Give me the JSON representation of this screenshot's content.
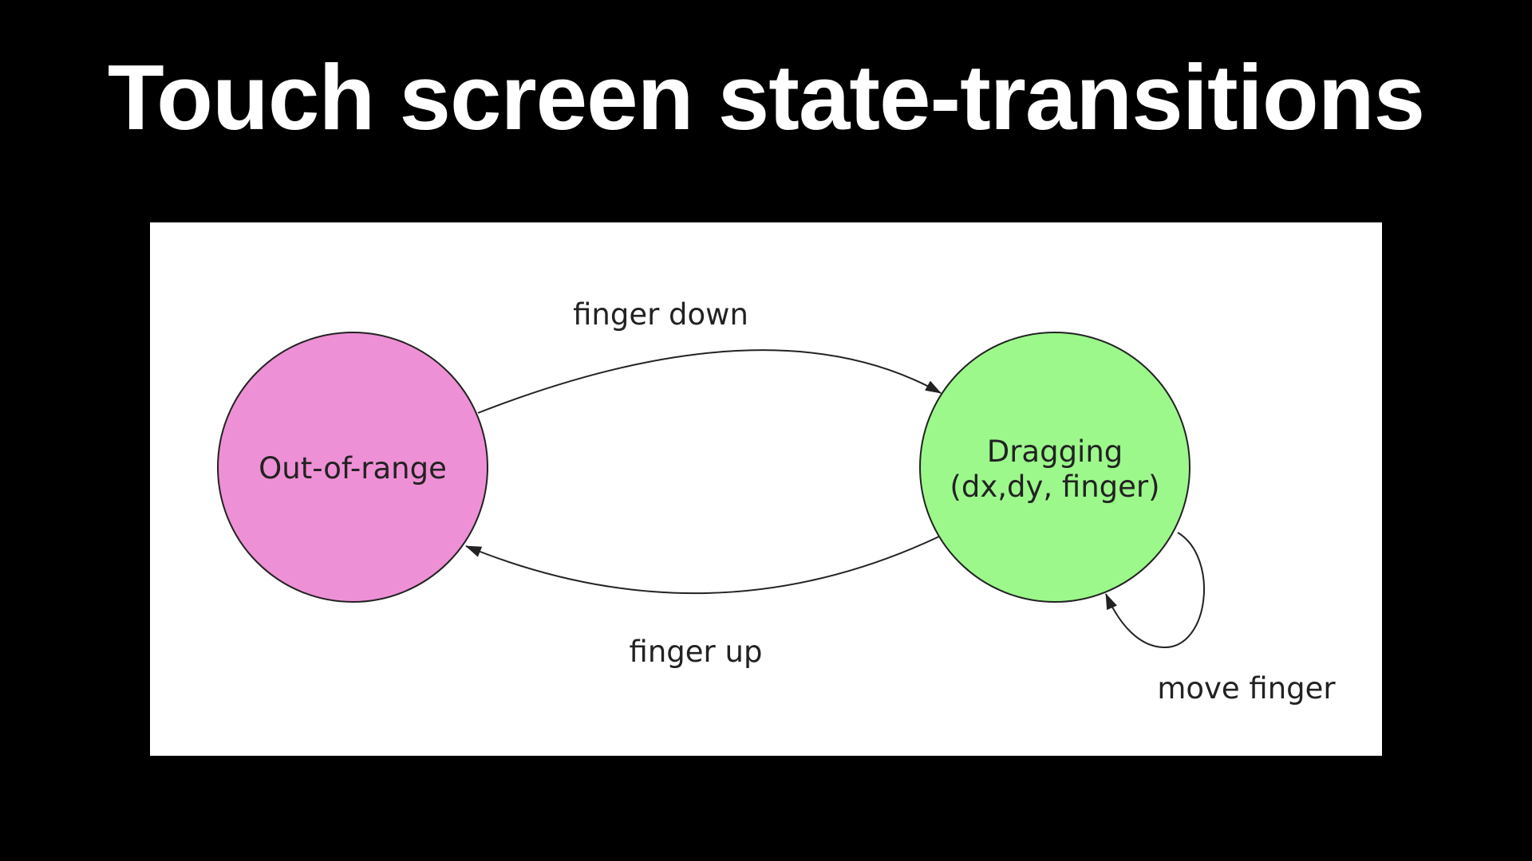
{
  "slide": {
    "title": "Touch screen state-transitions"
  },
  "diagram": {
    "states": [
      {
        "id": "out-of-range",
        "label_lines": [
          "Out-of-range"
        ],
        "fill": "#ee90d5"
      },
      {
        "id": "dragging",
        "label_lines": [
          "Dragging",
          "(dx,dy, finger)"
        ],
        "fill": "#9cf88b"
      }
    ],
    "transitions": [
      {
        "id": "finger-down",
        "from": "out-of-range",
        "to": "dragging",
        "label": "finger down"
      },
      {
        "id": "finger-up",
        "from": "dragging",
        "to": "out-of-range",
        "label": "finger up"
      },
      {
        "id": "move-finger",
        "from": "dragging",
        "to": "dragging",
        "label": "move finger"
      }
    ],
    "colors": {
      "stroke": "#222222",
      "panel_background": "#ffffff",
      "slide_background": "#000000",
      "title_text": "#ffffff"
    }
  }
}
